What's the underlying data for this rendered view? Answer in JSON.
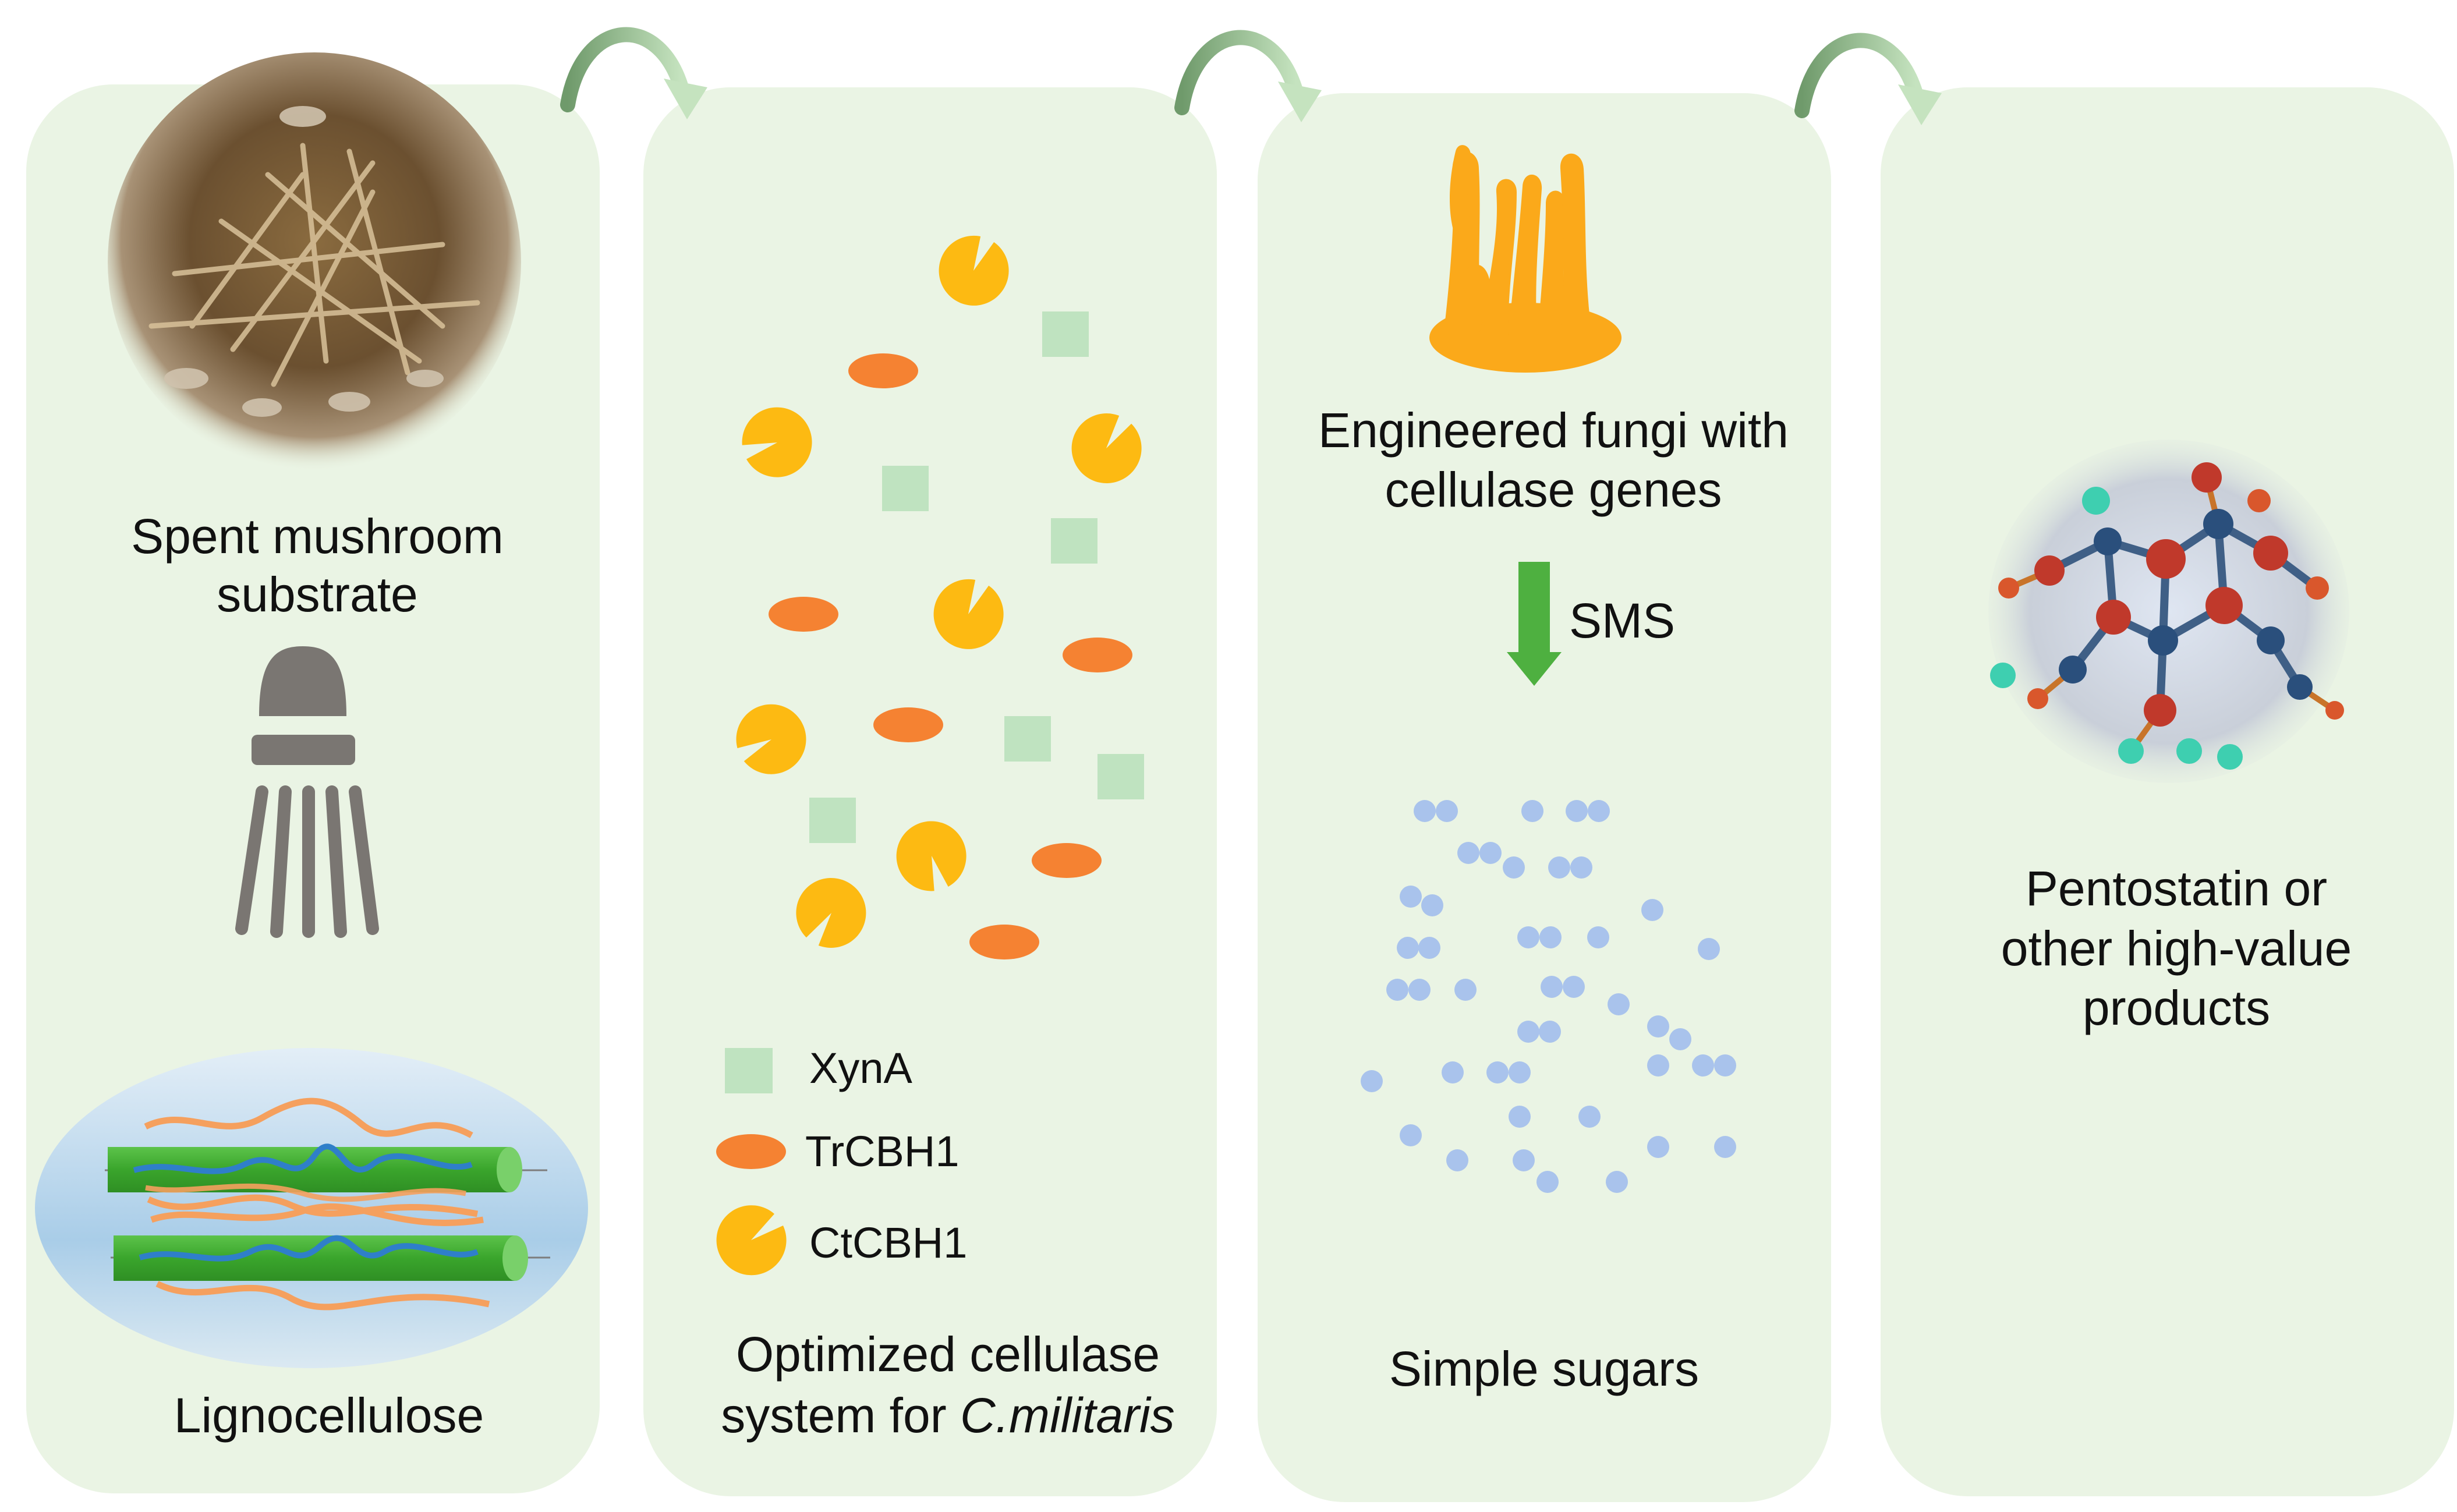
{
  "panels": [
    {
      "id": "sms",
      "caption": [
        "Spent mushroom",
        "substrate"
      ],
      "caption2": "Lignocellulose",
      "image": "spent-mushroom-substrate-photo",
      "icons": [
        "shower-head-icon",
        "lignocellulose-fiber-icon"
      ]
    },
    {
      "id": "cellulase",
      "caption_line1": "Optimized cellulase",
      "caption_line2_prefix": "system for ",
      "caption_line2_italic": "C.militaris",
      "legend": [
        {
          "shape": "square",
          "label": "XynA",
          "color": "#bfe3c0"
        },
        {
          "shape": "ellipse",
          "label": "TrCBH1",
          "color": "#f58232"
        },
        {
          "shape": "pacman",
          "label": "CtCBH1",
          "color": "#fdba12"
        }
      ]
    },
    {
      "id": "fungi",
      "caption": [
        "Engineered fungi with",
        "cellulase genes"
      ],
      "arrow_label": "SMS",
      "caption2": "Simple sugars",
      "icons": [
        "cordyceps-fungi-icon",
        "down-arrow-icon",
        "sugar-dots-icon"
      ]
    },
    {
      "id": "products",
      "caption": [
        "Pentostatin or",
        "other high-value",
        "products"
      ],
      "image": "molecule-render"
    }
  ],
  "colors": {
    "panel_fill": "#eaf4e4",
    "curved_arrow": "#8fb98a",
    "sugar": "#a9c3ec",
    "fungus": "#fba91a",
    "down_arrow": "#4eb040",
    "xyna": "#bfe3c0",
    "trcbh1": "#f58232",
    "ctcbh1": "#fdba12"
  }
}
